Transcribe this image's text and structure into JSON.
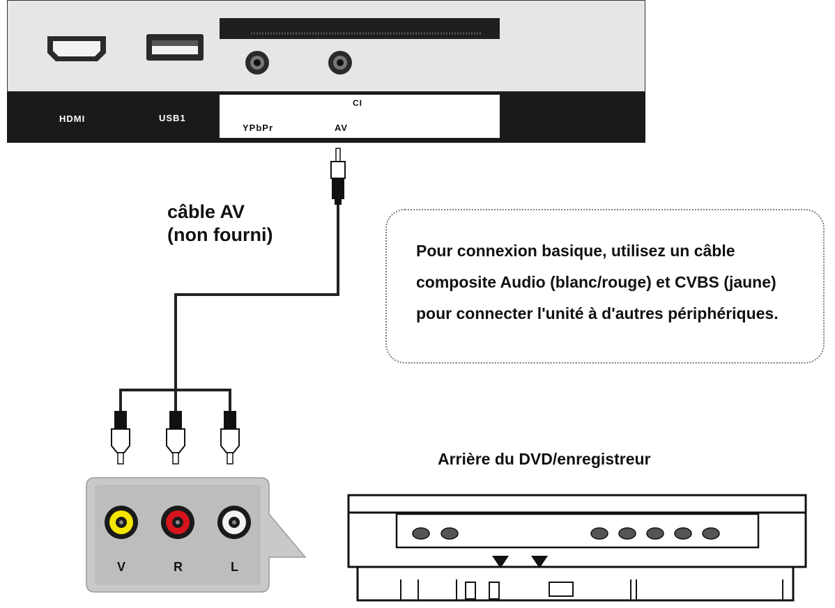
{
  "tv_panel": {
    "ports": {
      "hdmi": "HDMI",
      "usb": "USB1",
      "ci": "CI",
      "ypbpr": "YPbPr",
      "av": "AV"
    }
  },
  "cable": {
    "line1": "câble AV",
    "line2": "(non fourni)"
  },
  "note": {
    "text": "Pour connexion basique, utilisez un câble composite Audio (blanc/rouge) et CVBS (jaune) pour connecter l'unité à d'autres périphériques."
  },
  "jacks": {
    "video": "V",
    "right": "R",
    "left": "L"
  },
  "dvd": {
    "caption": "Arrière du DVD/enregistreur"
  },
  "colors": {
    "panel_black": "#1a1a1a",
    "panel_gray": "#e6e6e6",
    "jack_yellow": "#f4e600",
    "jack_red": "#d8141c",
    "jack_white": "#f2f2f2",
    "jack_panel": "#c9c9c9"
  }
}
